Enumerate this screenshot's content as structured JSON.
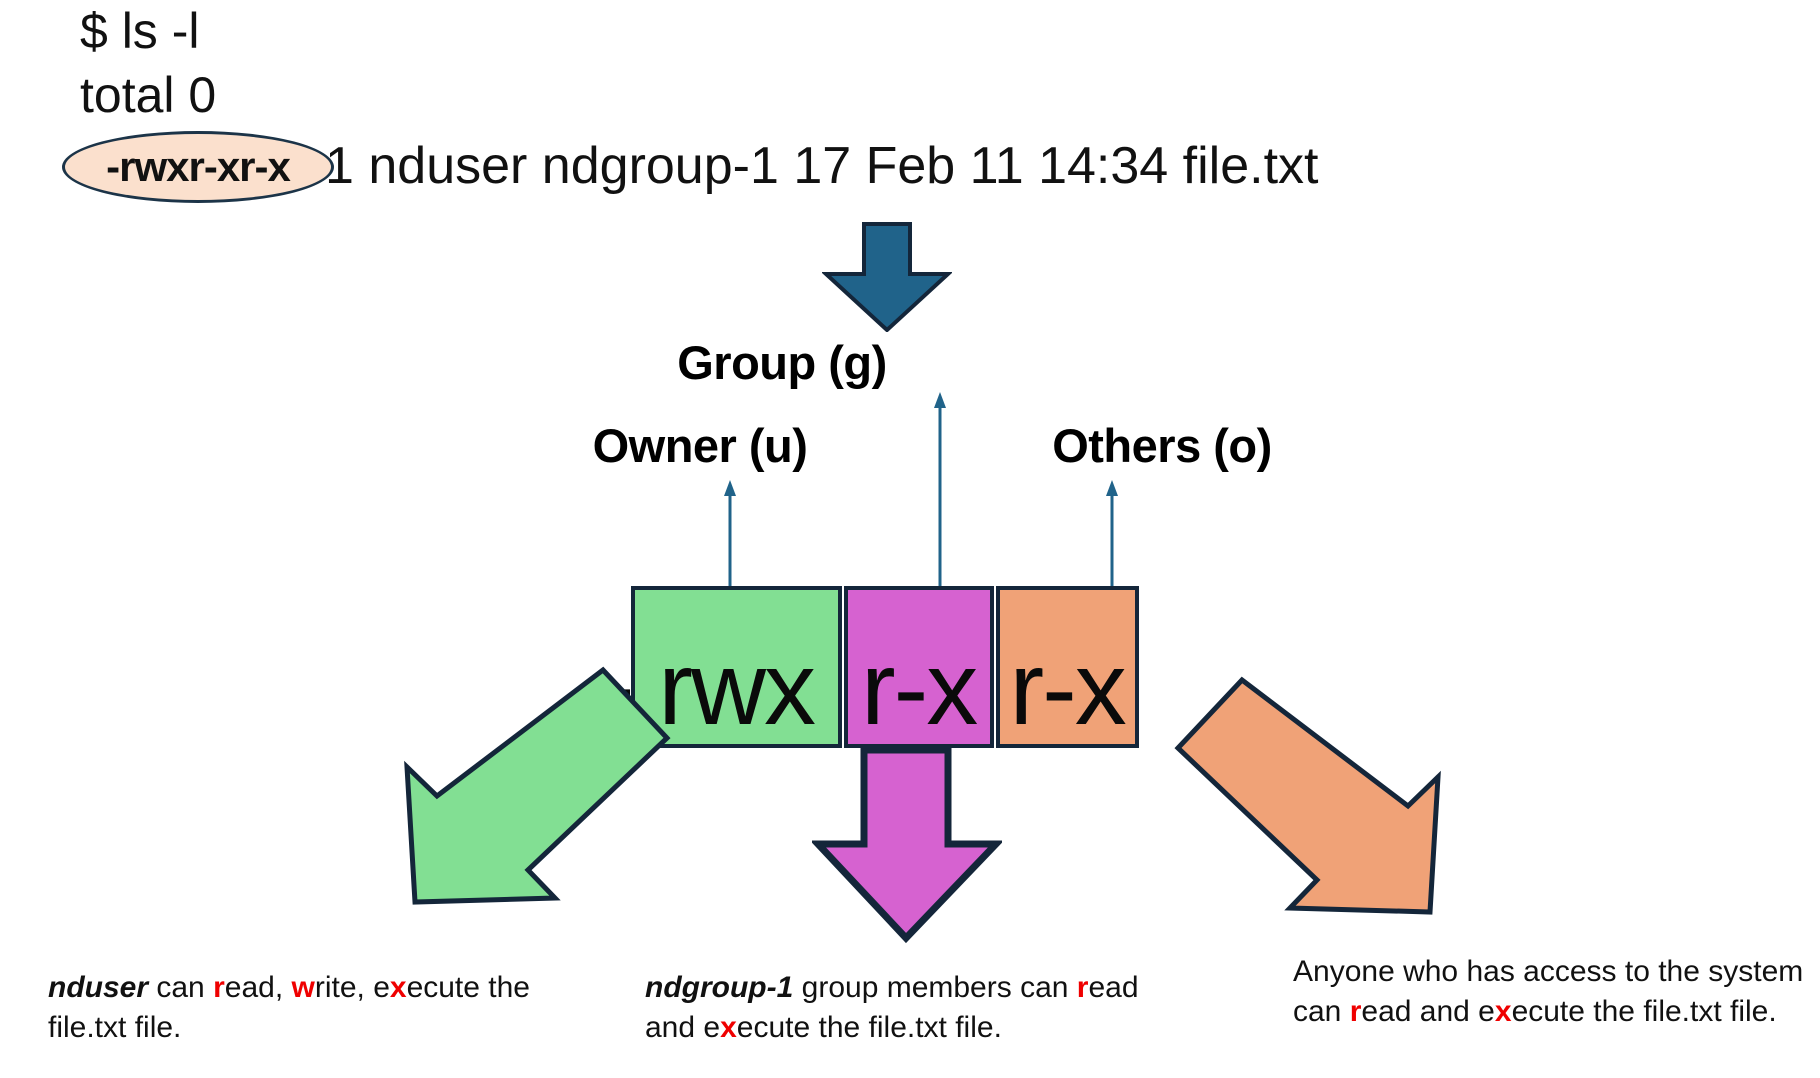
{
  "terminal": {
    "prompt_line": "$ ls -l",
    "total_line": "total 0",
    "permission_string": "-rwxr-xr-x",
    "listing_rest": "1 nduser ndgroup-1 17 Feb 11 14:34 file.txt",
    "owner_user": "nduser",
    "group_name": "ndgroup-1",
    "file_name": "file.txt",
    "file_size": "17",
    "date": "Feb 11",
    "time": "14:34",
    "link_count": "1"
  },
  "labels": {
    "owner": "Owner (u)",
    "group": "Group (g)",
    "others": "Others (o)"
  },
  "permissions": {
    "leading_dash": "-",
    "owner_bits": "rwx",
    "group_bits": "r-x",
    "others_bits": "r-x"
  },
  "captions": {
    "owner": {
      "subject": "nduser",
      "part1": " can ",
      "r": "r",
      "read": "ead, ",
      "w": "w",
      "write": "rite, e",
      "x": "x",
      "execute": "ecute the file.txt file."
    },
    "group": {
      "subject": "ndgroup-1",
      "part1": " group members can ",
      "r": "r",
      "read": "ead and e",
      "x": "x",
      "execute": "ecute the file.txt file."
    },
    "others": {
      "part1": "Anyone who has access to the system can ",
      "r": "r",
      "read": "ead and e",
      "x": "x",
      "execute": "ecute the file.txt file."
    }
  },
  "colors": {
    "owner_green": "#82df93",
    "group_magenta": "#d662d0",
    "others_orange": "#f0a277",
    "teal_arrow": "#20638a",
    "outline_dark": "#14263a",
    "highlight_ellipse_fill": "#fbe0cd",
    "accent_red": "#ef0000",
    "background": "#ffffff"
  },
  "icons": {
    "teal_down_arrow": "arrow-down-icon",
    "green_block_arrow": "arrow-down-left-icon",
    "magenta_block_arrow": "arrow-down-icon",
    "orange_block_arrow": "arrow-down-right-icon",
    "connector": "arrow-up-thin-icon",
    "highlight": "ellipse-highlight-icon"
  }
}
